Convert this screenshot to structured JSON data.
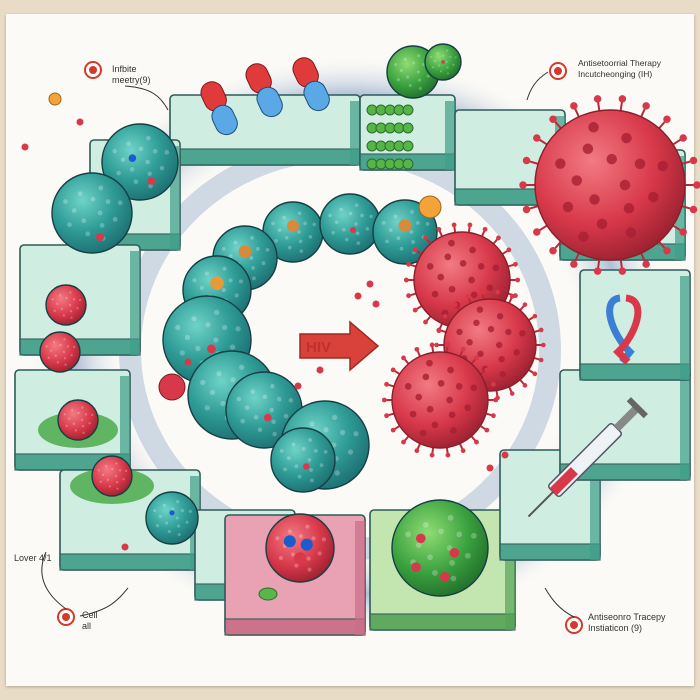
{
  "labels": {
    "top_left_line1": "Infbite",
    "top_left_line2": "meetry(9)",
    "top_right_line1": "Antisetoorrial Therapy",
    "top_right_line2": "Incutcheonging (IH)",
    "bottom_left_a": "Lover 4/1",
    "bottom_left_b1": "Cell",
    "bottom_left_b2": "all",
    "bottom_right_line1": "Antiseonro Tracepy",
    "bottom_right_line2": "Instiaticon (9)",
    "center_arrow": "HIV"
  },
  "colors": {
    "healthy_cell": "#2f9c96",
    "virus": "#d8394a",
    "infected_cell": "#3aa13f",
    "compartment": "#cfeee1",
    "pink_compartment": "#e8a2b4",
    "arrow": "#d8423a",
    "callout": "#d23a2c"
  },
  "icons": [
    "awareness-ribbon-icon",
    "syringe-icon",
    "capsule-icon",
    "callout-marker-icon"
  ]
}
